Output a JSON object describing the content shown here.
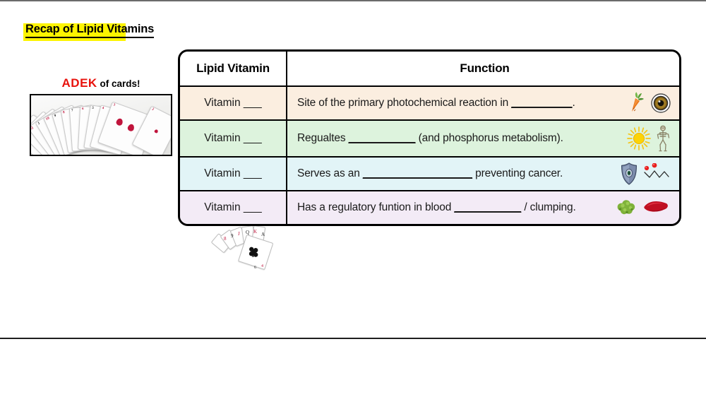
{
  "slide": {
    "title": "Recap of Lipid Vitamins",
    "highlight_color": "#fdf400"
  },
  "deck_panel": {
    "caption_accent": "ADEK",
    "caption_rest": " of cards!",
    "accent_color": "#e8120c",
    "image_alt": "fanned-deck-of-playing-cards"
  },
  "doodle": {
    "alt": "small-fanned-playing-cards"
  },
  "table": {
    "headers": [
      "Lipid Vitamin",
      "Function"
    ],
    "rows": [
      {
        "vitamin": "Vitamin ___",
        "function_pre": "Site of the primary photochemical reaction in ",
        "function_blank": "__________",
        "function_post": ".",
        "bg": "#fbeee0",
        "icons": [
          "carrot-icon",
          "eye-icon"
        ]
      },
      {
        "vitamin": "Vitamin ___",
        "function_pre": "Regualtes ",
        "function_blank": "___________",
        "function_post": " (and phosphorus metabolism).",
        "bg": "#ddf3dd",
        "icons": [
          "sun-icon",
          "skeleton-icon"
        ]
      },
      {
        "vitamin": "Vitamin ___",
        "function_pre": "Serves as an ",
        "function_blank": "__________________",
        "function_post": " preventing cancer.",
        "bg": "#e2f4f7",
        "icons": [
          "shield-icon",
          "free-radical-icon"
        ]
      },
      {
        "vitamin": "Vitamin ___",
        "function_pre": "Has a regulatory funtion in blood ",
        "function_blank": "___________",
        "function_post": " / clumping.",
        "bg": "#f3ebf6",
        "icons": [
          "leafy-greens-icon",
          "blood-cell-icon"
        ]
      }
    ]
  }
}
